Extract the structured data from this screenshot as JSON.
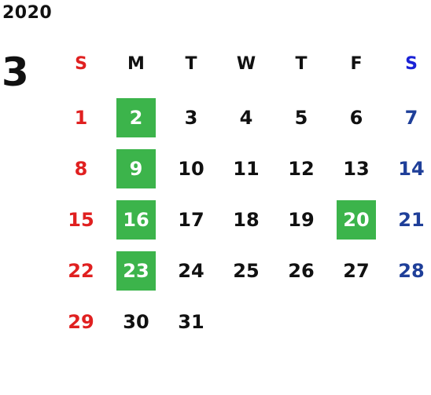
{
  "calendar": {
    "year": "2020",
    "month": "3",
    "weekdays": [
      "S",
      "M",
      "T",
      "W",
      "T",
      "F",
      "S"
    ],
    "weeks": [
      [
        "1",
        "2",
        "3",
        "4",
        "5",
        "6",
        "7"
      ],
      [
        "8",
        "9",
        "10",
        "11",
        "12",
        "13",
        "14"
      ],
      [
        "15",
        "16",
        "17",
        "18",
        "19",
        "20",
        "21"
      ],
      [
        "22",
        "23",
        "24",
        "25",
        "26",
        "27",
        "28"
      ],
      [
        "29",
        "30",
        "31",
        "",
        "",
        "",
        ""
      ]
    ],
    "highlighted_days": [
      "2",
      "9",
      "16",
      "20",
      "23"
    ],
    "colors": {
      "sunday": "#e02020",
      "saturday": "#1f3f99",
      "saturday_header": "#1a22d6",
      "weekday": "#111111",
      "highlight": "#3cb44b"
    }
  }
}
